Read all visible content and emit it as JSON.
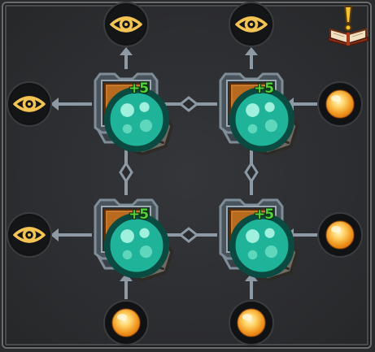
{
  "board": {
    "tiles": [
      {
        "slot": "top-left",
        "bonus": "+5",
        "icon": "ore-rock-icon",
        "badge": "teal-gem-icon"
      },
      {
        "slot": "top-right",
        "bonus": "+5",
        "icon": "ore-rock-icon",
        "badge": "teal-gem-icon"
      },
      {
        "slot": "bottom-left",
        "bonus": "+5",
        "icon": "ore-rock-icon",
        "badge": "teal-gem-icon"
      },
      {
        "slot": "bottom-right",
        "bonus": "+5",
        "icon": "ore-rock-icon",
        "badge": "teal-gem-icon"
      }
    ],
    "nodes": [
      {
        "slot": "top-left-col",
        "kind": "eye",
        "icon": "eye-icon"
      },
      {
        "slot": "top-right-col",
        "kind": "eye",
        "icon": "eye-icon"
      },
      {
        "slot": "left-upper-row",
        "kind": "eye",
        "icon": "eye-icon"
      },
      {
        "slot": "left-lower-row",
        "kind": "eye",
        "icon": "eye-icon"
      },
      {
        "slot": "right-upper-row",
        "kind": "orb",
        "icon": "glowing-orb-icon"
      },
      {
        "slot": "right-lower-row",
        "kind": "orb",
        "icon": "glowing-orb-icon"
      },
      {
        "slot": "bottom-left-col",
        "kind": "orb",
        "icon": "glowing-orb-icon"
      },
      {
        "slot": "bottom-right-col",
        "kind": "orb",
        "icon": "glowing-orb-icon"
      }
    ],
    "quest_book": {
      "icon": "quest-book-alert-icon"
    }
  },
  "colors": {
    "background": "#2a2b2d",
    "connector": "#8d9aa6",
    "tile_frame": "#7f8d99",
    "tile_inner": "#b86a1f",
    "eye_gold": "#f3c453",
    "orb_core": "#ffd56a",
    "orb_rim": "#e07a12",
    "bonus_green": "#4fd23b",
    "gem_teal": "#1fb39a"
  }
}
